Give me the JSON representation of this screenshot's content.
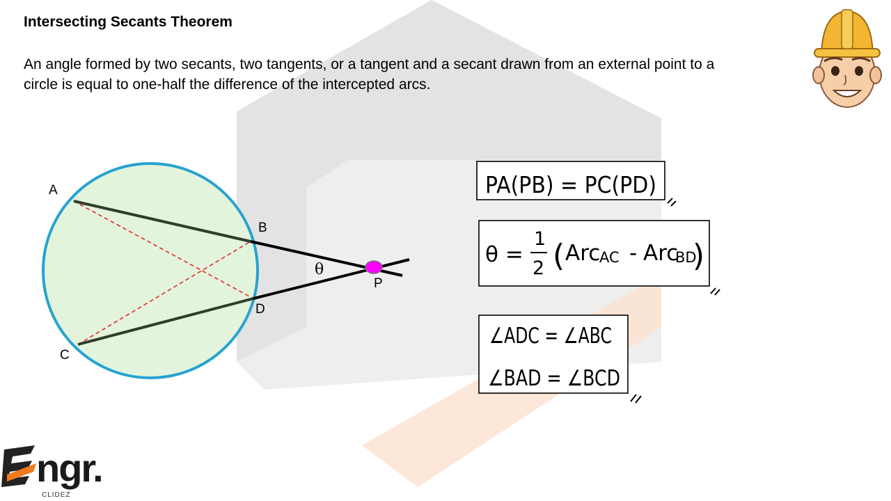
{
  "title": "Intersecting Secants Theorem",
  "statement": "An angle formed by two secants, two tangents, or a tangent and a secant drawn from an external point to a circle is equal to one-half the difference of the intercepted arcs.",
  "diagram": {
    "points": {
      "A": "A",
      "B": "B",
      "C": "C",
      "D": "D",
      "P": "P"
    },
    "angle_label": "θ",
    "colors": {
      "circle_stroke": "#27a3d1",
      "circle_fill": "#e3f4dc",
      "secant": "#2e3d2c",
      "chord": "#e32b2b",
      "point_p": "#ff00ff"
    }
  },
  "notes": {
    "eq1": "PA(PB) = PC(PD)",
    "eq2": {
      "lhs": "θ =",
      "num": "1",
      "den": "2",
      "open": "(",
      "arc1": "Arc",
      "arc1_sub": "AC",
      "minus": "-",
      "arc2": "Arc",
      "arc2_sub": "BD",
      "close": ")"
    },
    "eq3a": "∠ADC = ∠ABC",
    "eq3b": "∠BAD = ∠BCD"
  },
  "logo": {
    "main": "ngr.",
    "sub": "CLIDEZ"
  }
}
